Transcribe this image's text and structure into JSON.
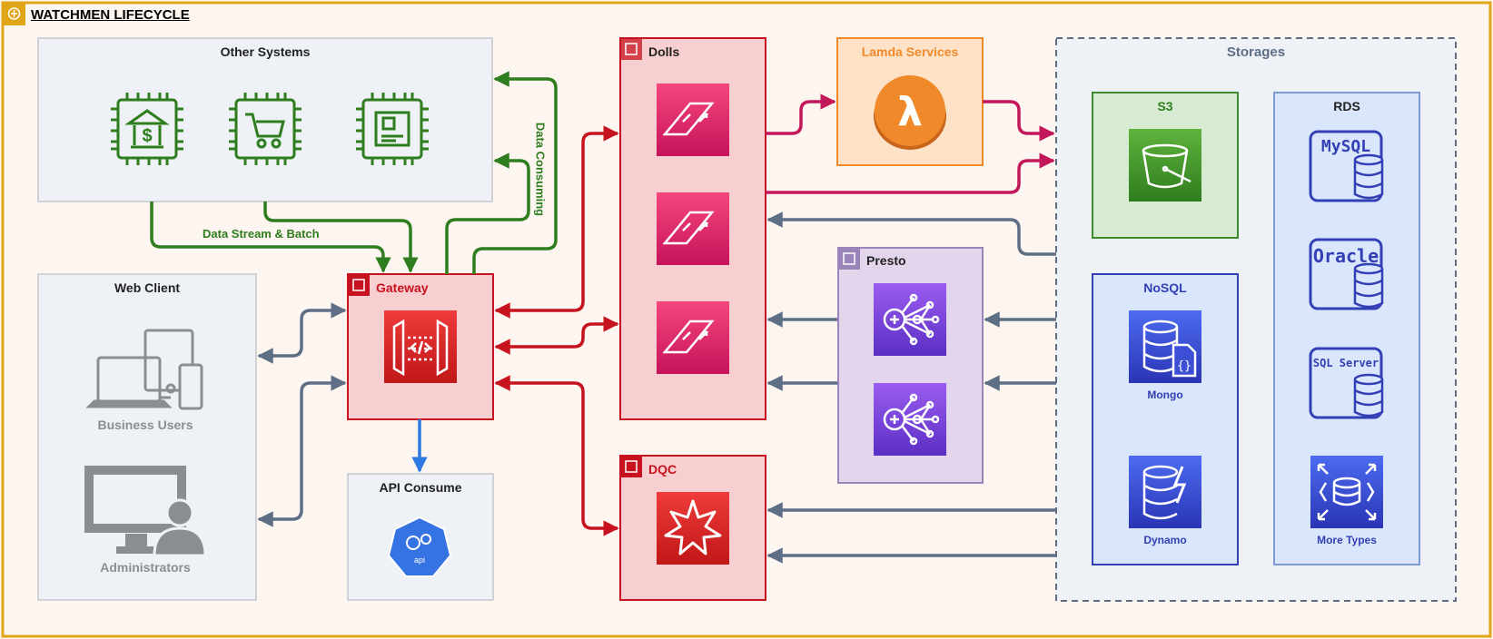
{
  "title": "WATCHMEN LIFECYCLE",
  "colors": {
    "frame": "#e0a518",
    "green": "#2e7d1e",
    "red": "#c7131f",
    "magenta": "#c2185b",
    "slate": "#5d6e85",
    "blue": "#2f7ae0",
    "orange": "#f0892a",
    "purple": "#7b45d6",
    "navy": "#3340b5"
  },
  "groups": {
    "other_systems": "Other Systems",
    "web_client": "Web Client",
    "gateway": "Gateway",
    "api_consume": "API Consume",
    "dolls": "Dolls",
    "dqc": "DQC",
    "lambda": "Lamda Services",
    "presto": "Presto",
    "storages": "Storages",
    "s3": "S3",
    "nosql": "NoSQL",
    "rds": "RDS"
  },
  "nodes": {
    "business_users": "Business Users",
    "administrators": "Administrators",
    "mongo": "Mongo",
    "dynamo": "Dynamo",
    "more_types": "More Types",
    "mysql": "MySQL",
    "oracle": "Oracle",
    "sqlserver": "SQL Server",
    "api_badge": "api"
  },
  "edge_labels": {
    "data_stream": "Data Stream & Batch",
    "data_consuming": "Data Consuming"
  },
  "icons": [
    "brand-icon",
    "bank-chip-icon",
    "cart-chip-icon",
    "board-chip-icon",
    "devices-icon",
    "administrator-icon",
    "api-gateway-icon",
    "kubernetes-api-icon",
    "pipeline-icon",
    "lambda-icon",
    "presto-icon",
    "dqc-icon",
    "s3-bucket-icon",
    "mongo-icon",
    "dynamo-icon",
    "mysql-icon",
    "oracle-icon",
    "sqlserver-icon",
    "more-types-icon"
  ]
}
